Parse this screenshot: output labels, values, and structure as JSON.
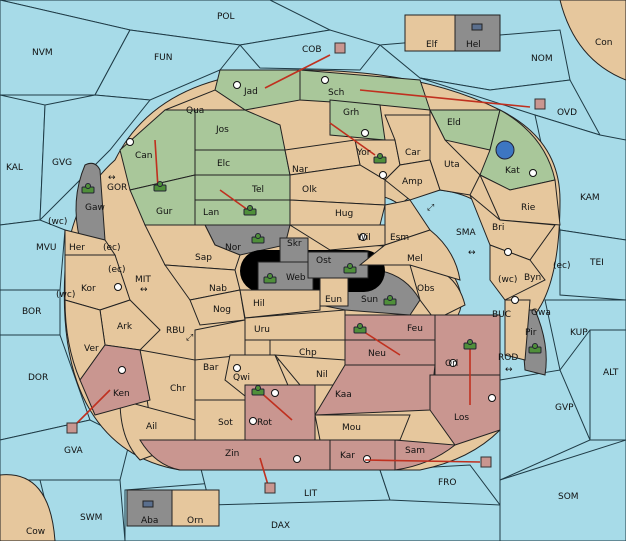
{
  "colors": {
    "sea": "#a7dbe8",
    "land": "#e6c79d",
    "green_power": "#a9c79a",
    "red_power": "#c99690",
    "impassable": "#8d8d8d",
    "move_arrow": "#c0301f"
  },
  "sea_labels": {
    "pol": "POL",
    "cob": "COB",
    "nom": "NOM",
    "con": "Con",
    "nvm": "NVM",
    "fun": "FUN",
    "ovd": "OVD",
    "kal": "KAL",
    "gvg": "GVG",
    "kam": "KAM",
    "gor": "GOR",
    "mvu": "MVU",
    "mit": "MIT",
    "sma": "SMA",
    "tei": "TEI",
    "bor": "BOR",
    "rbu": "RBU",
    "buc": "BUC",
    "kup": "KUP",
    "dor": "DOR",
    "rod": "ROD",
    "alt": "ALT",
    "gvp": "GVP",
    "gva": "GVA",
    "fro": "FRO",
    "lit": "LIT",
    "som": "SOM",
    "swm": "SWM",
    "dax": "DAX",
    "cow": "Cow"
  },
  "land_labels": {
    "elf": "Elf",
    "hel": "Hel",
    "jad": "Jad",
    "sch": "Sch",
    "qua": "Qua",
    "grh": "Grh",
    "eld": "Eld",
    "jos": "Jos",
    "can": "Can",
    "yor": "Yor",
    "car": "Car",
    "uta": "Uta",
    "kat": "Kat",
    "elc": "Elc",
    "nar": "Nar",
    "amp": "Amp",
    "tel": "Tel",
    "olk": "Olk",
    "gaw": "Gaw",
    "gur": "Gur",
    "lan": "Lan",
    "hug": "Hug",
    "rie": "Rie",
    "bri": "Bri",
    "wc_gaw": "(wc)",
    "her": "Her",
    "ec_her": "(ec)",
    "nor": "Nor",
    "skr": "Skr",
    "wil": "Wil",
    "esm": "Esm",
    "ost": "Ost",
    "sap": "Sap",
    "web": "Web",
    "mel": "Mel",
    "byn": "Byn",
    "wc_byn": "(wc)",
    "ec_byn": "(ec)",
    "ec_kor": "(ec)",
    "kor": "Kor",
    "wc_kor": "(wc)",
    "nab": "Nab",
    "eun": "Eun",
    "sun": "Sun",
    "obs": "Obs",
    "hil": "Hil",
    "gwa": "Gwa",
    "nog": "Nog",
    "ark": "Ark",
    "uru": "Uru",
    "feu": "Feu",
    "pir": "Pir",
    "neu": "Neu",
    "ver": "Ver",
    "chp": "Chp",
    "orl": "Orl",
    "bar": "Bar",
    "qwi": "Qwi",
    "nil": "Nil",
    "chr": "Chr",
    "ken": "Ken",
    "kaa": "Kaa",
    "los": "Los",
    "sot": "Sot",
    "rot": "Rot",
    "ail": "Ail",
    "mou": "Mou",
    "zin": "Zin",
    "kar": "Kar",
    "sam": "Sam",
    "aba": "Aba",
    "orn": "Orn"
  }
}
